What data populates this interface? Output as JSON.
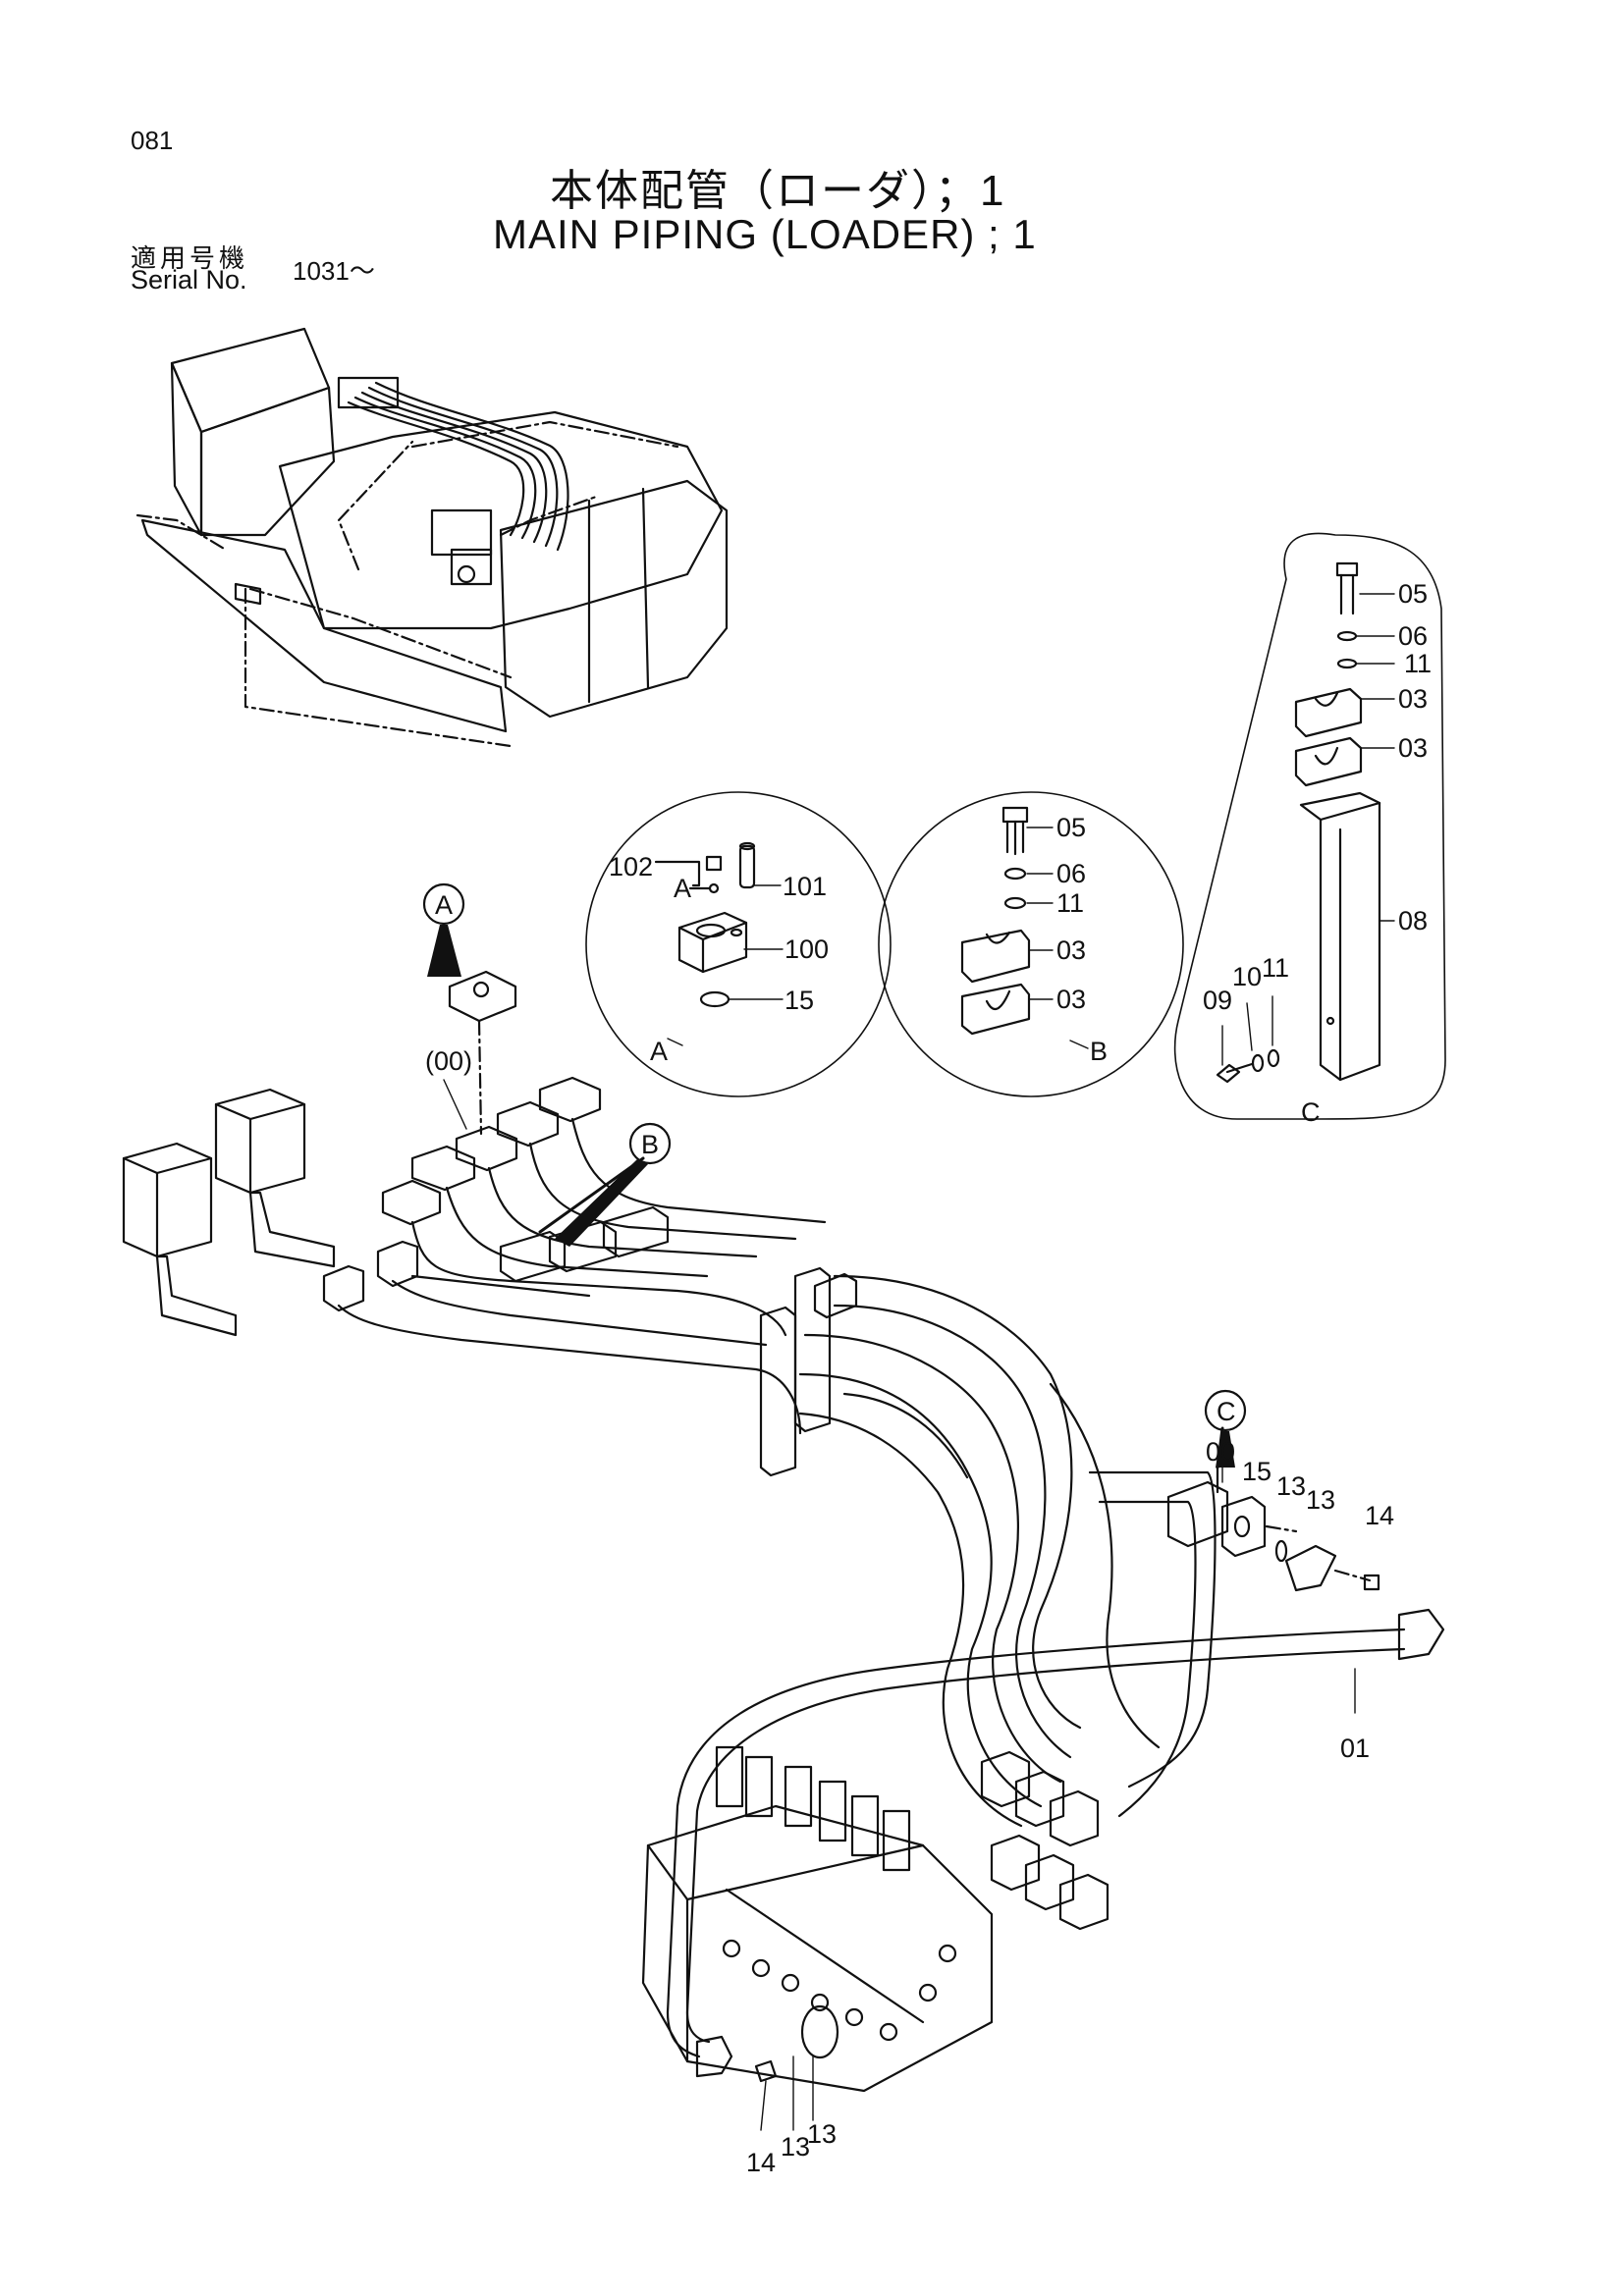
{
  "header": {
    "page_number": "081",
    "title_jp": "本体配管（ローダ）；1",
    "title_en": "MAIN PIPING (LOADER) ; 1",
    "serial_label_jp": "適用号機",
    "serial_label_en": "Serial No.",
    "serial_value": "1031～"
  },
  "callouts": {
    "A": "A",
    "B": "B",
    "C": "C"
  },
  "detail_A": {
    "label": "A",
    "sub_label": "A",
    "parts": [
      "102",
      "101",
      "100",
      "15"
    ]
  },
  "detail_B": {
    "label": "B",
    "parts": [
      "05",
      "06",
      "11",
      "03",
      "03"
    ]
  },
  "detail_C": {
    "label": "C",
    "parts": [
      "05",
      "06",
      "11",
      "03",
      "03",
      "08",
      "09",
      "10",
      "11"
    ]
  },
  "main_labels": {
    "paren_00": "(00)",
    "c_00": "00",
    "c_15": "15",
    "c_13a": "13",
    "c_13b": "13",
    "c_14": "14",
    "p_01": "01",
    "bottom_14": "14",
    "bottom_13a": "13",
    "bottom_13b": "13"
  }
}
